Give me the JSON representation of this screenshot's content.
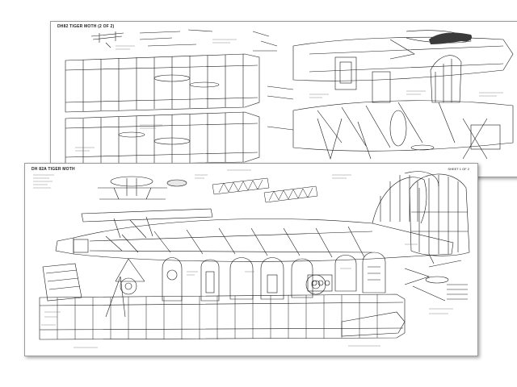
{
  "sheets": [
    {
      "id": "sheet-1",
      "title": "DH82 TIGER MOTH (2 OF 2)"
    },
    {
      "id": "sheet-2",
      "title": "DH 82A TIGER MOTH",
      "number": "SHEET 1 OF 2"
    }
  ],
  "colors": {
    "paper": "#ffffff",
    "ink": "#1a1a1a",
    "shadow": "#8a8a8a",
    "canopy": "#3a3a3a"
  }
}
